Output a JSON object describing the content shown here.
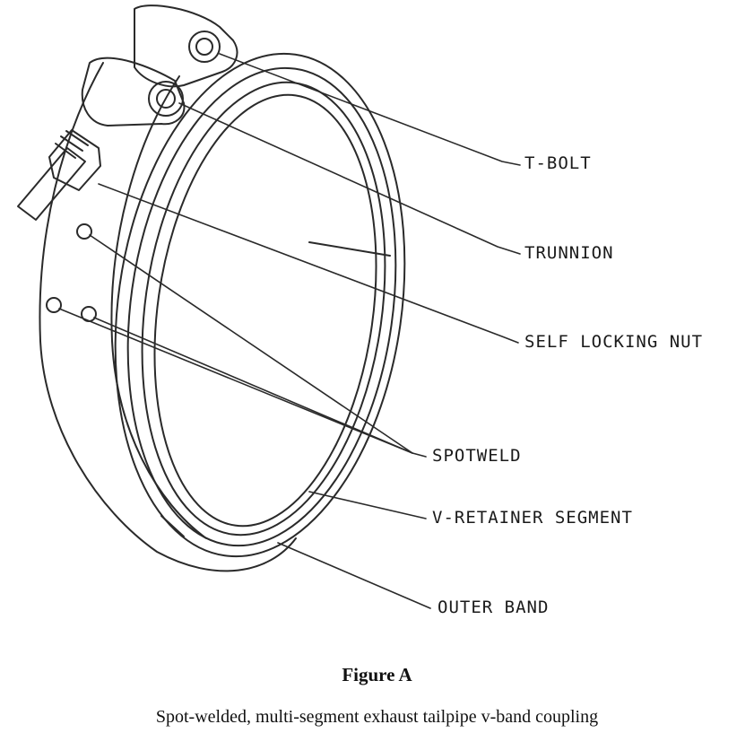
{
  "labels": {
    "t_bolt": "T-BOLT",
    "trunnion": "TRUNNION",
    "self_locking_nut": "SELF LOCKING NUT",
    "spotweld": "SPOTWELD",
    "v_retainer_segment": "V-RETAINER SEGMENT",
    "outer_band": "OUTER BAND"
  },
  "caption": {
    "title": "Figure A",
    "text": "Spot-welded, multi-segment exhaust tailpipe v-band coupling"
  }
}
